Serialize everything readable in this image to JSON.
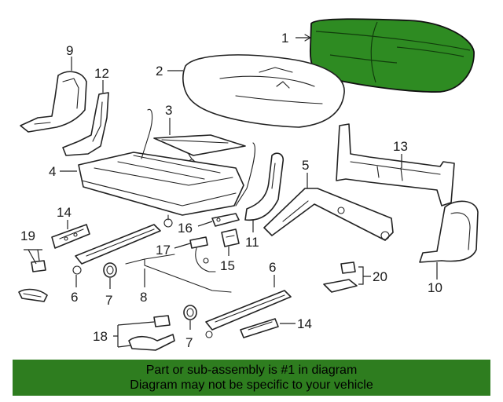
{
  "diagram": {
    "callouts": {
      "c1": "1",
      "c2": "2",
      "c3": "3",
      "c4": "4",
      "c5": "5",
      "c6a": "6",
      "c6b": "6",
      "c7a": "7",
      "c7b": "7",
      "c8": "8",
      "c9": "9",
      "c10": "10",
      "c11": "11",
      "c12": "12",
      "c13": "13",
      "c14a": "14",
      "c14b": "14",
      "c15": "15",
      "c16": "16",
      "c17": "17",
      "c18": "18",
      "c19": "19",
      "c20": "20"
    },
    "highlight_color": "#2e8b22"
  },
  "banner": {
    "line1": "Part or sub-assembly is #1 in diagram",
    "line2": "Diagram may not be specific to your vehicle",
    "color": "#2e7d1f"
  }
}
